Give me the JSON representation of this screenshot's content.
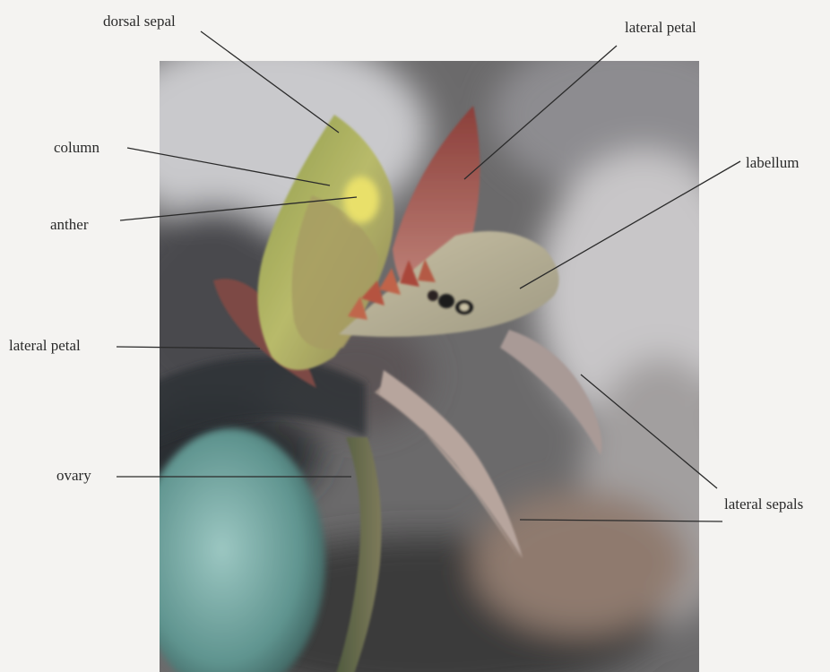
{
  "labels": {
    "dorsal_sepal": "dorsal sepal",
    "lateral_petal_right": "lateral petal",
    "column": "column",
    "labellum": "labellum",
    "anther": "anther",
    "lateral_petal_left": "lateral petal",
    "ovary": "ovary",
    "lateral_sepals": "lateral sepals"
  },
  "colors": {
    "background": "#f4f3f1",
    "leader_line": "#2b2b2b",
    "label_text": "#2a2a2a"
  }
}
